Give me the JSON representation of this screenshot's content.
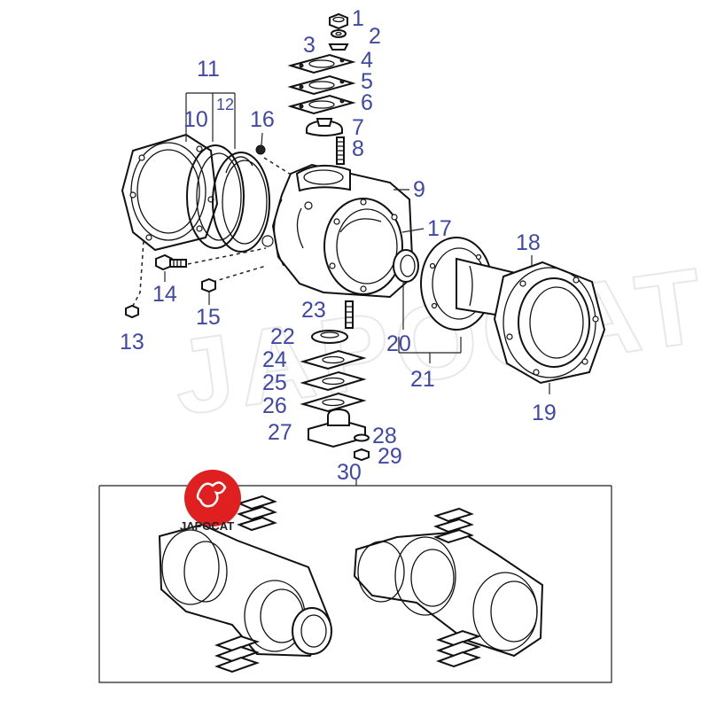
{
  "watermark": "JAPOCAT",
  "logo": {
    "text": "JAPOCAT",
    "color": "#e02020"
  },
  "callout_color": "#3f47a8",
  "callouts": [
    "1",
    "2",
    "3",
    "4",
    "5",
    "6",
    "7",
    "8",
    "9",
    "10",
    "11",
    "12",
    "13",
    "14",
    "15",
    "16",
    "17",
    "18",
    "19",
    "20",
    "21",
    "22",
    "23",
    "24",
    "25",
    "26",
    "27",
    "28",
    "29",
    "30"
  ]
}
